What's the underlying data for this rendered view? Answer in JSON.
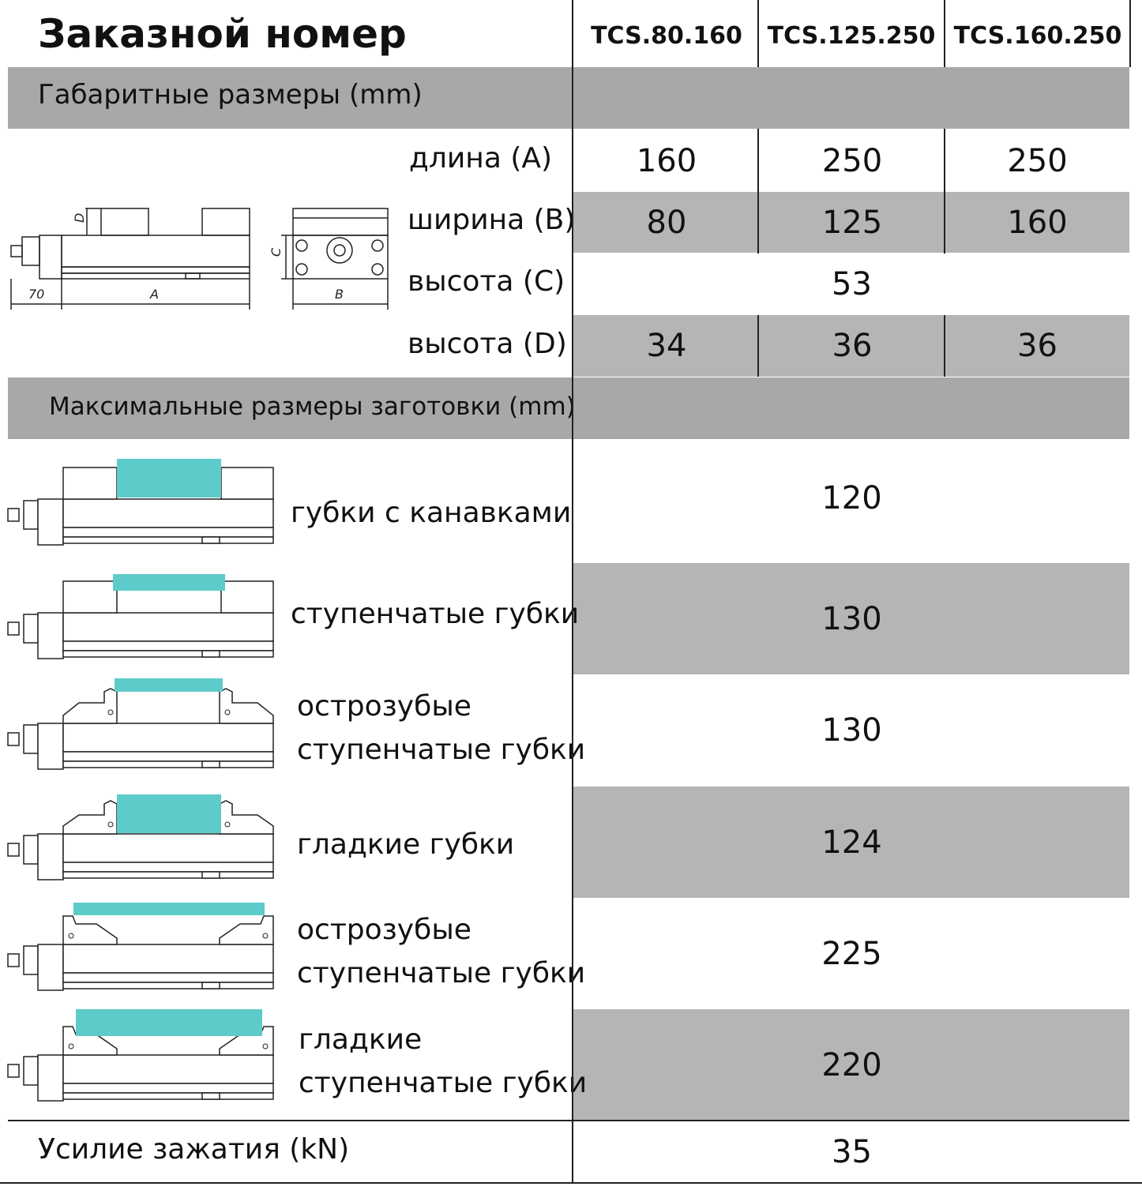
{
  "header": {
    "title": "Заказной номер",
    "models": [
      "TCS.80.160",
      "TCS.125.250",
      "TCS.160.250"
    ]
  },
  "overall": {
    "section_label": "Габаритные размеры (mm)",
    "rows": [
      {
        "label": "длина (A)",
        "values": [
          "160",
          "250",
          "250"
        ]
      },
      {
        "label": "ширина (B)",
        "values": [
          "80",
          "125",
          "160"
        ]
      },
      {
        "label": "высота (C)",
        "value": "53"
      },
      {
        "label": "высота (D)",
        "values": [
          "34",
          "36",
          "36"
        ]
      }
    ],
    "drawing_labels": {
      "d": "D",
      "seventy": "70",
      "a": "A",
      "c": "C",
      "b": "B"
    }
  },
  "workpiece": {
    "section_label": "Максимальные размеры заготовки (mm)",
    "rows": [
      {
        "label_lines": [
          "губки с канавками"
        ],
        "value": "120"
      },
      {
        "label_lines": [
          "ступенчатые губки"
        ],
        "value": "130"
      },
      {
        "label_lines": [
          "острозубые",
          "ступенчатые губки"
        ],
        "value": "130"
      },
      {
        "label_lines": [
          "гладкие губки"
        ],
        "value": "124"
      },
      {
        "label_lines": [
          "острозубые",
          "ступенчатые губки"
        ],
        "value": "225"
      },
      {
        "label_lines": [
          "гладкие",
          "ступенчатые губки"
        ],
        "value": "220"
      }
    ]
  },
  "force": {
    "label": "Усилие зажатия (kN)",
    "value": "35"
  },
  "colors": {
    "workpiece": "#5ecbcb",
    "band": "#b5b5b5",
    "section": "#a8a8a8"
  }
}
